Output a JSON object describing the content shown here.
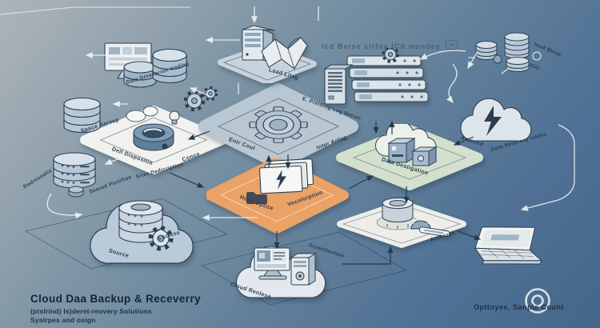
{
  "background": {
    "top_left": "#adb4b9",
    "mid": "#62809a",
    "bottom_right": "#446789"
  },
  "colors": {
    "ink": "#2b3d50",
    "tile_white": "#f1f2ef",
    "tile_blue": "#b9c7d3",
    "tile_green": "#d3e0cd",
    "tile_orange": "#eba266"
  },
  "top_note": {
    "text": "Icd Beise sirfay ICd wondey"
  },
  "title_block": {
    "title": "Cloud Daa Backup & Receverry",
    "subtitle": "(ptslrind) Is)deret-reovery Solutions",
    "tagline": "Syalrpes and osign"
  },
  "nodes": {
    "dedup_monitor": {
      "label": "Data Detadarion trading"
    },
    "space_server": {
      "label": "Space Servep"
    },
    "left_database": {
      "label_left": "Dedreseatie",
      "label_right": "Seared Portifion"
    },
    "disposition_tile": {
      "label_left": "Dell Dispositio",
      "label_right": "Conce",
      "label_below": "Srter Dedicription"
    },
    "load_server": {
      "label": "Laad Litag"
    },
    "core_tile": {
      "label_left": "Entr Coul",
      "label_right": "Inter Anlag"
    },
    "server_rack": {
      "label": "E. Prelding Log Betser"
    },
    "replication_tile": {
      "label_left": "Hoze Optize",
      "label_right": "Vecslorption"
    },
    "destination_tile": {
      "label": "Data Destigation"
    },
    "recovery_cloud": {
      "label_left": "Amased",
      "label_right": "Data Retecerp ratens"
    },
    "coin_stacks": {
      "label_top": "Insd Moup",
      "label_bottom": "IGO"
    },
    "source_cloud": {
      "label_on": "Laclese",
      "label_below": "Source"
    },
    "pc_cloud": {
      "label_upper": "Sremtdention",
      "label": "Cloud Renlese"
    },
    "archive_tile": {
      "label": "Archives"
    },
    "target_badge": {
      "caption": "Opttoyee, Sanple Count"
    }
  }
}
